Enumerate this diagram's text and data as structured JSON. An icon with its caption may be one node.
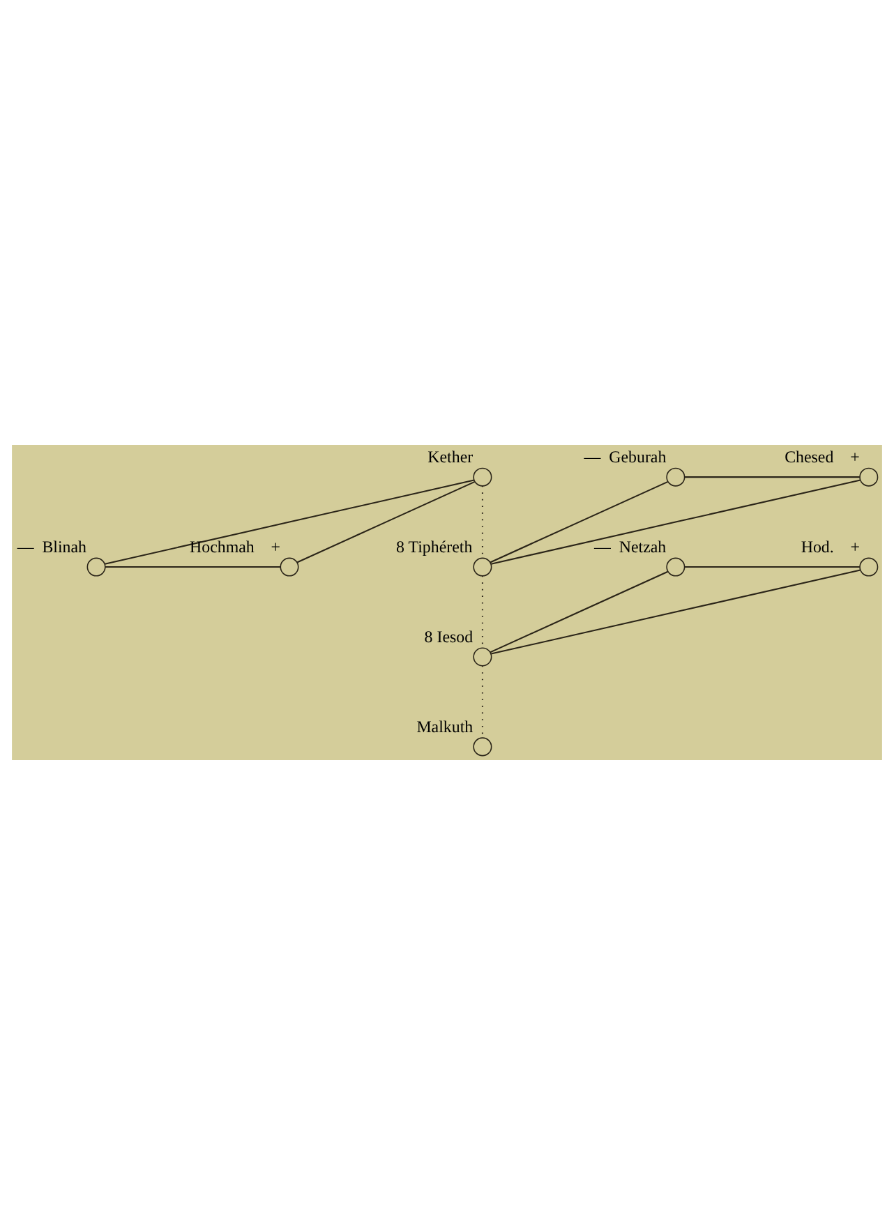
{
  "diagram": {
    "nodes": [
      {
        "text": [
          "Kether"
        ]
      },
      {
        "text": [
          "Blinah"
        ],
        "beside": [
          "—"
        ]
      },
      {
        "text": [
          "Hochmah"
        ],
        "beside": [
          "+"
        ]
      },
      {
        "text": [
          "Geburah"
        ],
        "beside": [
          "—"
        ]
      },
      {
        "text": [
          "Chesed"
        ],
        "beside": [
          "+"
        ]
      },
      {
        "text": [
          "8 Tiphéreth"
        ]
      },
      {
        "text": [
          "Netzah"
        ],
        "beside": [
          "—"
        ]
      },
      {
        "text": [
          "Hod."
        ],
        "beside": [
          "+"
        ]
      },
      {
        "text": [
          "8 Iesod"
        ]
      },
      {
        "text": [
          "Malkuth"
        ]
      }
    ],
    "edges": [
      {
        "from": 0,
        "to": 1,
        "arrow": "none"
      },
      {
        "from": 0,
        "to": 2,
        "arrow": "none"
      },
      {
        "from": 1,
        "to": 2,
        "arrow": "none"
      },
      {
        "from": 0,
        "to": 5,
        "arrow": "none",
        "style": "dashed"
      },
      {
        "from": 3,
        "to": 4,
        "arrow": "none"
      },
      {
        "from": 3,
        "to": 5,
        "arrow": "none"
      },
      {
        "from": 4,
        "to": 5,
        "arrow": "none"
      },
      {
        "from": 5,
        "to": 8,
        "arrow": "none",
        "style": "dashed"
      },
      {
        "from": 6,
        "to": 7,
        "arrow": "none"
      },
      {
        "from": 6,
        "to": 8,
        "arrow": "none"
      },
      {
        "from": 7,
        "to": 8,
        "arrow": "none"
      },
      {
        "from": 8,
        "to": 9,
        "arrow": "none",
        "style": "dashed"
      }
    ]
  }
}
